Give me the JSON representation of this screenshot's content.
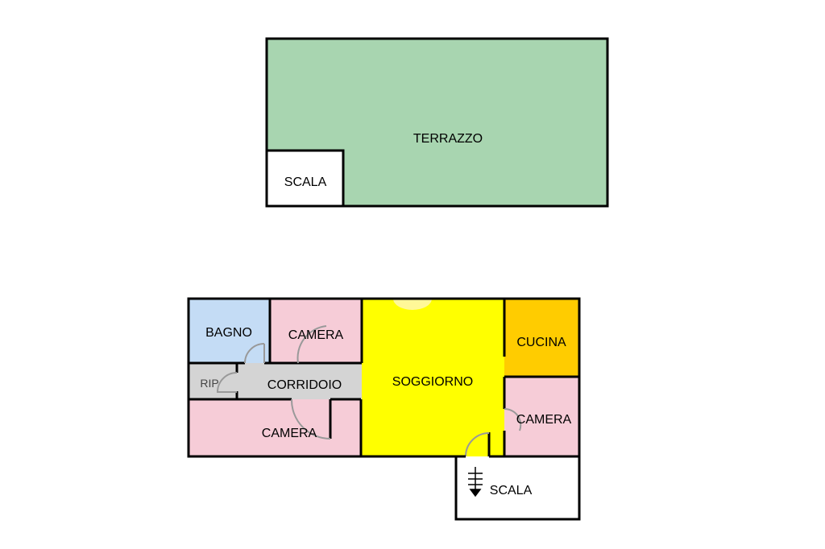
{
  "colors": {
    "terrace": "#a8d5b0",
    "bathroom": "#c4dcf5",
    "bedroom": "#f6ccd7",
    "corridor": "#d4d4d4",
    "living": "#ffff00",
    "kitchen": "#ffcc00",
    "stair": "#ffffff",
    "wall": "#000000"
  },
  "upper_floor": {
    "terrace_label": "TERRAZZO",
    "stair_label": "SCALA"
  },
  "lower_floor": {
    "bathroom_label": "BAGNO",
    "bedroom_top_label": "CAMERA",
    "storage_label": "RIP",
    "corridor_label": "CORRIDOIO",
    "bedroom_bottom_label": "CAMERA",
    "living_label": "SOGGIORNO",
    "kitchen_label": "CUCINA",
    "bedroom_right_label": "CAMERA",
    "stair_label": "SCALA"
  }
}
